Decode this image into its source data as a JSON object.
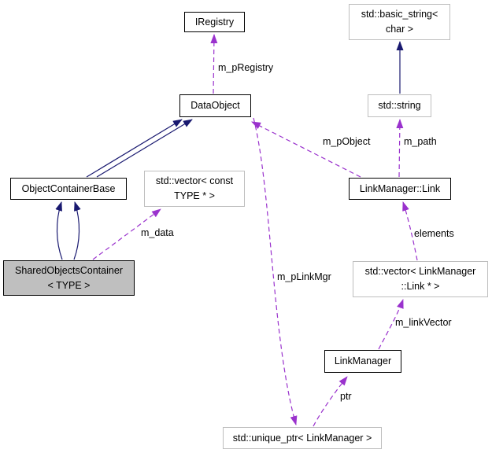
{
  "diagram": {
    "kind": "collaboration-graph"
  },
  "nodes": {
    "iregistry": {
      "lines": [
        "IRegistry"
      ]
    },
    "basic_string": {
      "lines": [
        "std::basic_string<",
        "char >"
      ]
    },
    "dataobject": {
      "lines": [
        "DataObject"
      ]
    },
    "std_string": {
      "lines": [
        "std::string"
      ]
    },
    "objectcontainerbase": {
      "lines": [
        "ObjectContainerBase"
      ]
    },
    "vector_const_type": {
      "lines": [
        "std::vector< const",
        "TYPE * >"
      ]
    },
    "linkmanager_link": {
      "lines": [
        "LinkManager::Link"
      ]
    },
    "sharedobjectscontainer": {
      "lines": [
        "SharedObjectsContainer",
        "< TYPE >"
      ]
    },
    "vector_link": {
      "lines": [
        "std::vector< LinkManager",
        "::Link * >"
      ]
    },
    "linkmanager": {
      "lines": [
        "LinkManager"
      ]
    },
    "unique_ptr": {
      "lines": [
        "std::unique_ptr< LinkManager >"
      ]
    }
  },
  "edge_labels": {
    "m_pRegistry": "m_pRegistry",
    "m_pObject": "m_pObject",
    "m_path": "m_path",
    "m_data": "m_data",
    "elements": "elements",
    "m_pLinkMgr": "m_pLinkMgr",
    "m_linkVector": "m_linkVector",
    "ptr": "ptr"
  },
  "legend": {
    "inheritance_color": "#191970",
    "usage_color": "#9a32cd",
    "selected_fill": "#bfbfbf",
    "documented_border": "#000000",
    "external_border": "#bebebe",
    "background": "#ffffff"
  }
}
